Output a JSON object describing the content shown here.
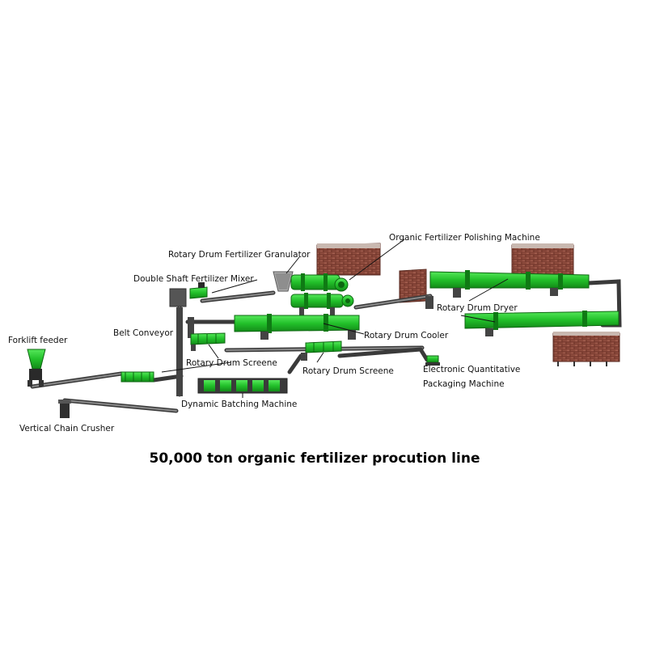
{
  "title": "50,000 ton organic fertilizer procution line",
  "labels": {
    "forklift_feeder": "Forklift feeder",
    "vertical_chain_crusher": "Vertical Chain Crusher",
    "belt_conveyor": "Belt Conveyor",
    "double_shaft_mixer": "Double Shaft Fertilizer Mixer",
    "rotary_drum_granulator": "Rotary Drum Fertilizer Granulator",
    "polishing_machine": "Organic Fertilizer Polishing Machine",
    "rotary_drum_dryer": "Rotary Drum Dryer",
    "rotary_drum_cooler": "Rotary Drum Cooler",
    "rotary_drum_screene_1": "Rotary Drum Screene",
    "rotary_drum_screene_2": "Rotary Drum Screene",
    "dynamic_batching": "Dynamic Batching Machine",
    "packaging_line1": "Electronic Quantitative",
    "packaging_line2": "Packaging Machine"
  },
  "colors": {
    "machine_green": "#22c02a",
    "machine_dark_green": "#138a18",
    "frame_grey": "#555555",
    "brick_red": "#8c4a3c"
  }
}
